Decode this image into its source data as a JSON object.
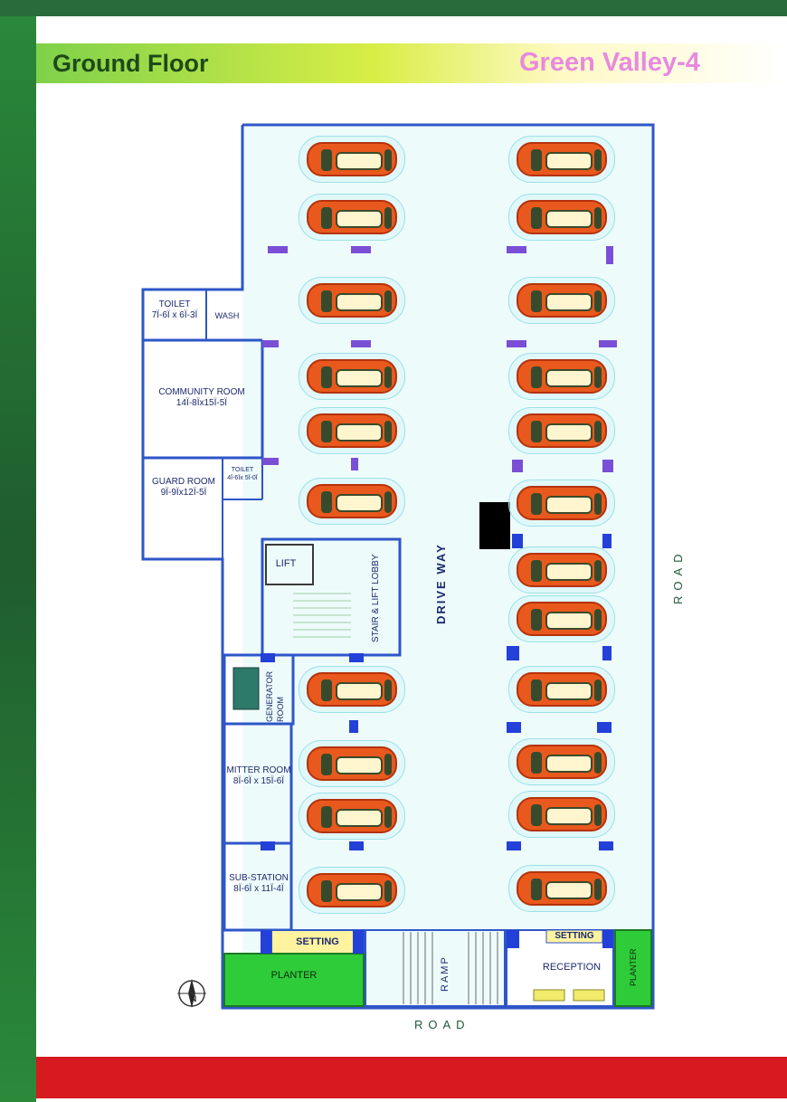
{
  "header": {
    "floor_title": "Ground Floor",
    "project_name": "Green Valley-4"
  },
  "rooms": {
    "toilet_1": {
      "name": "TOILET",
      "size": "7Ï-6Ï x 6Ï-3Ï"
    },
    "wash": "WASH",
    "community_room": {
      "name": "COMMUNITY ROOM",
      "size": "14Ï-8Ïx15Ï-5Ï"
    },
    "guard_room": {
      "name": "GUARD ROOM",
      "size": "9Ï-9Ïx12Ï-5Ï"
    },
    "toilet_2": {
      "name": "TOILET",
      "size": "4Ï-6Ïx 5Ï-0Ï"
    },
    "lift": "LIFT",
    "stair_lobby": "STAIR & LIFT LOBBY",
    "generator_room": "GENERATOR ROOM",
    "mitter_room": {
      "name": "MITTER ROOM",
      "size": "8Ï-6Ï x 15Ï-6Ï"
    },
    "sub_station": {
      "name": "SUB-STATION",
      "size": "8Ï-6Ï x 11Ï-4Ï"
    },
    "setting_left": "SETTING",
    "setting_right": "SETTING",
    "planter_left": "PLANTER",
    "planter_right": "PLANTER",
    "ramp": "RAMP",
    "reception": "RECEPTION",
    "driveway": "DRIVE WAY"
  },
  "roads": {
    "bottom": "ROAD",
    "right": "ROAD"
  },
  "compass": {
    "letter": "N"
  },
  "colors": {
    "wall": "#2d56c8",
    "car_body": "#e9591d",
    "column": "#7a4fd6",
    "planter": "#2fcc3a",
    "setting": "#fff3a0",
    "header_text": "#1e4a1a",
    "project_text": "#e78adf",
    "footer_band": "#d61a1f"
  }
}
